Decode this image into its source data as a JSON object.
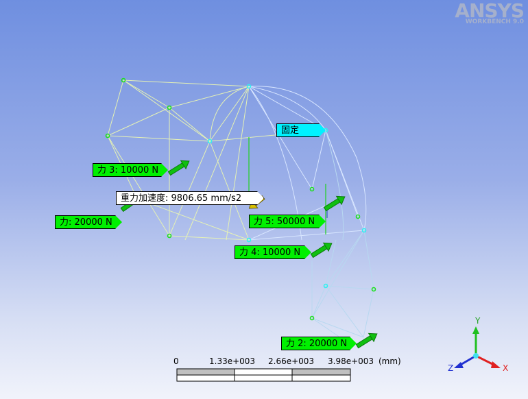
{
  "brand": {
    "logo": "ANSYS",
    "subtitle": "WORKBENCH 9.0"
  },
  "labels": {
    "fixed": "固定",
    "force1": "力: 20000 N",
    "force2": "力 2: 20000 N",
    "force3": "力 3: 10000 N",
    "force4": "力 4: 10000 N",
    "force5": "力 5: 50000 N",
    "gravity": "重力加速度: 9806.65 mm/s2"
  },
  "scale": {
    "t0": "0",
    "t1": "1.33e+003",
    "t2": "2.66e+003",
    "t3": "3.98e+003",
    "unit": "(mm)"
  },
  "axes": {
    "x": "X",
    "y": "Y",
    "z": "Z"
  },
  "colors": {
    "force": "#00f000",
    "fixed": "#00f2ff",
    "gravity_arrow": "#d8c000"
  },
  "icons": {
    "triad": "xyz-triad-icon"
  }
}
